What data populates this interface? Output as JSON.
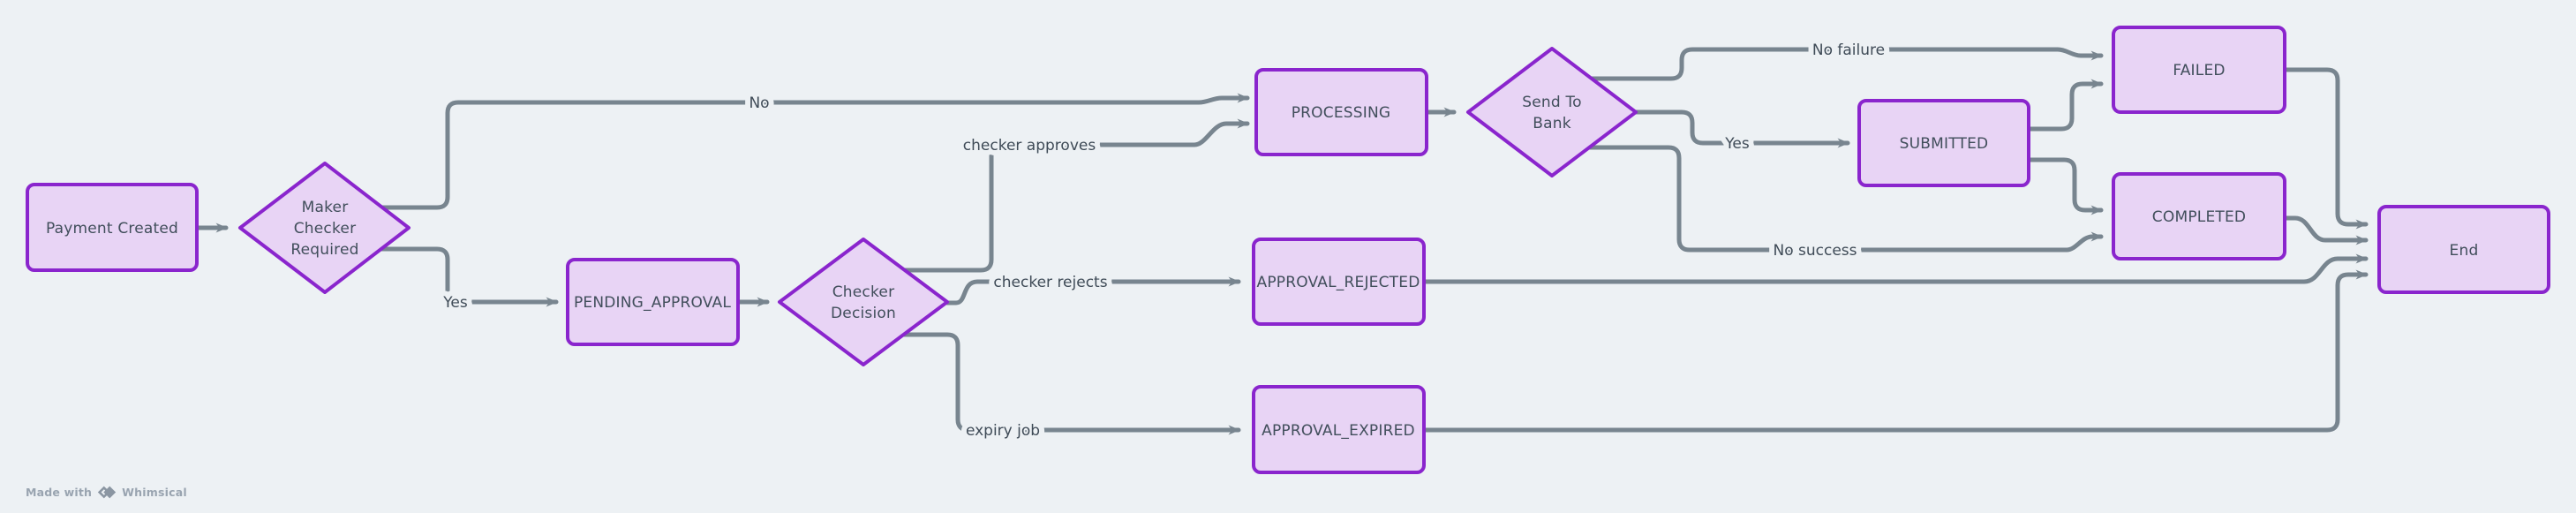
{
  "canvas": {
    "background": "#edf1f4"
  },
  "colors": {
    "node_fill": "#e8d4f5",
    "node_border": "#8a25cd",
    "edge_line": "#78858f",
    "node_text": "#414e5b",
    "edge_label_text": "#3f4b57",
    "watermark_text": "#99a4b0"
  },
  "nodes": {
    "payment_created": {
      "label": "Payment Created",
      "shape": "rectangle"
    },
    "maker_checker": {
      "lines": [
        "Maker",
        "Checker",
        "Required"
      ],
      "shape": "diamond"
    },
    "pending_approval": {
      "label": "PENDING_APPROVAL",
      "shape": "rectangle"
    },
    "checker_decision": {
      "lines": [
        "Checker",
        "Decision"
      ],
      "shape": "diamond"
    },
    "processing": {
      "label": "PROCESSING",
      "shape": "rectangle"
    },
    "approval_rejected": {
      "label": "APPROVAL_REJECTED",
      "shape": "rectangle"
    },
    "approval_expired": {
      "label": "APPROVAL_EXPIRED",
      "shape": "rectangle"
    },
    "send_to_bank": {
      "lines": [
        "Send To",
        "Bank"
      ],
      "shape": "diamond"
    },
    "submitted": {
      "label": "SUBMITTED",
      "shape": "rectangle"
    },
    "failed": {
      "label": "FAILED",
      "shape": "rectangle"
    },
    "completed": {
      "label": "COMPLETED",
      "shape": "rectangle"
    },
    "end": {
      "label": "End",
      "shape": "rectangle"
    }
  },
  "edge_labels": {
    "no": "No",
    "yes": "Yes",
    "checker_approves": "checker approves",
    "checker_rejects": "checker rejects",
    "expiry_job": "expiry job",
    "no_failure": "No failure",
    "yes_bank": "Yes",
    "no_success": "No success"
  },
  "watermark": {
    "made_with": "Made with",
    "brand": "Whimsical"
  }
}
